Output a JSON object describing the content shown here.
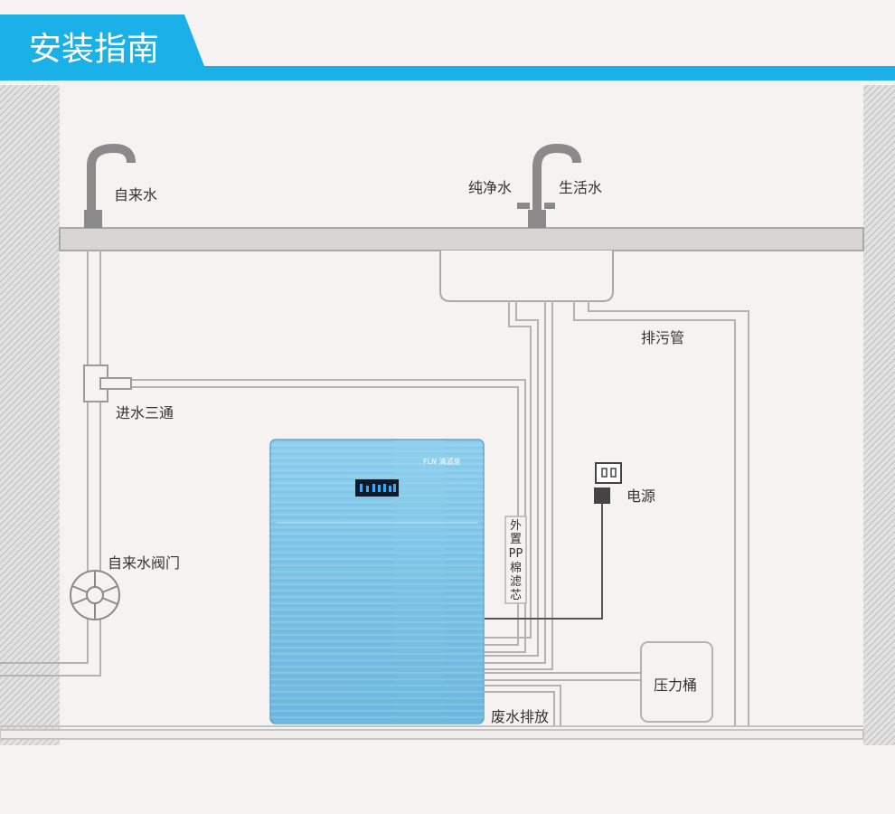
{
  "header": {
    "title": "安装指南",
    "accent_color": "#1ab1e8"
  },
  "labels": {
    "tap_water": "自来水",
    "pure_water": "纯净水",
    "domestic_water": "生活水",
    "drain_pipe": "排污管",
    "inlet_tee": "进水三通",
    "power": "电源",
    "tap_valve": "自来水阀门",
    "pressure_tank": "压力桶",
    "waste_drain": "废水排放",
    "external_filter": [
      "外",
      "置",
      "PP",
      "棉",
      "滤",
      "芯"
    ]
  },
  "purifier": {
    "brand": "FLN 清滤泉",
    "body_color": "#7cc6e6"
  },
  "colors": {
    "pipe": "#b3b3b3",
    "counter": "#d9d5d5",
    "wall_hatch": "#c8c8c8",
    "power_cable": "#555555"
  }
}
